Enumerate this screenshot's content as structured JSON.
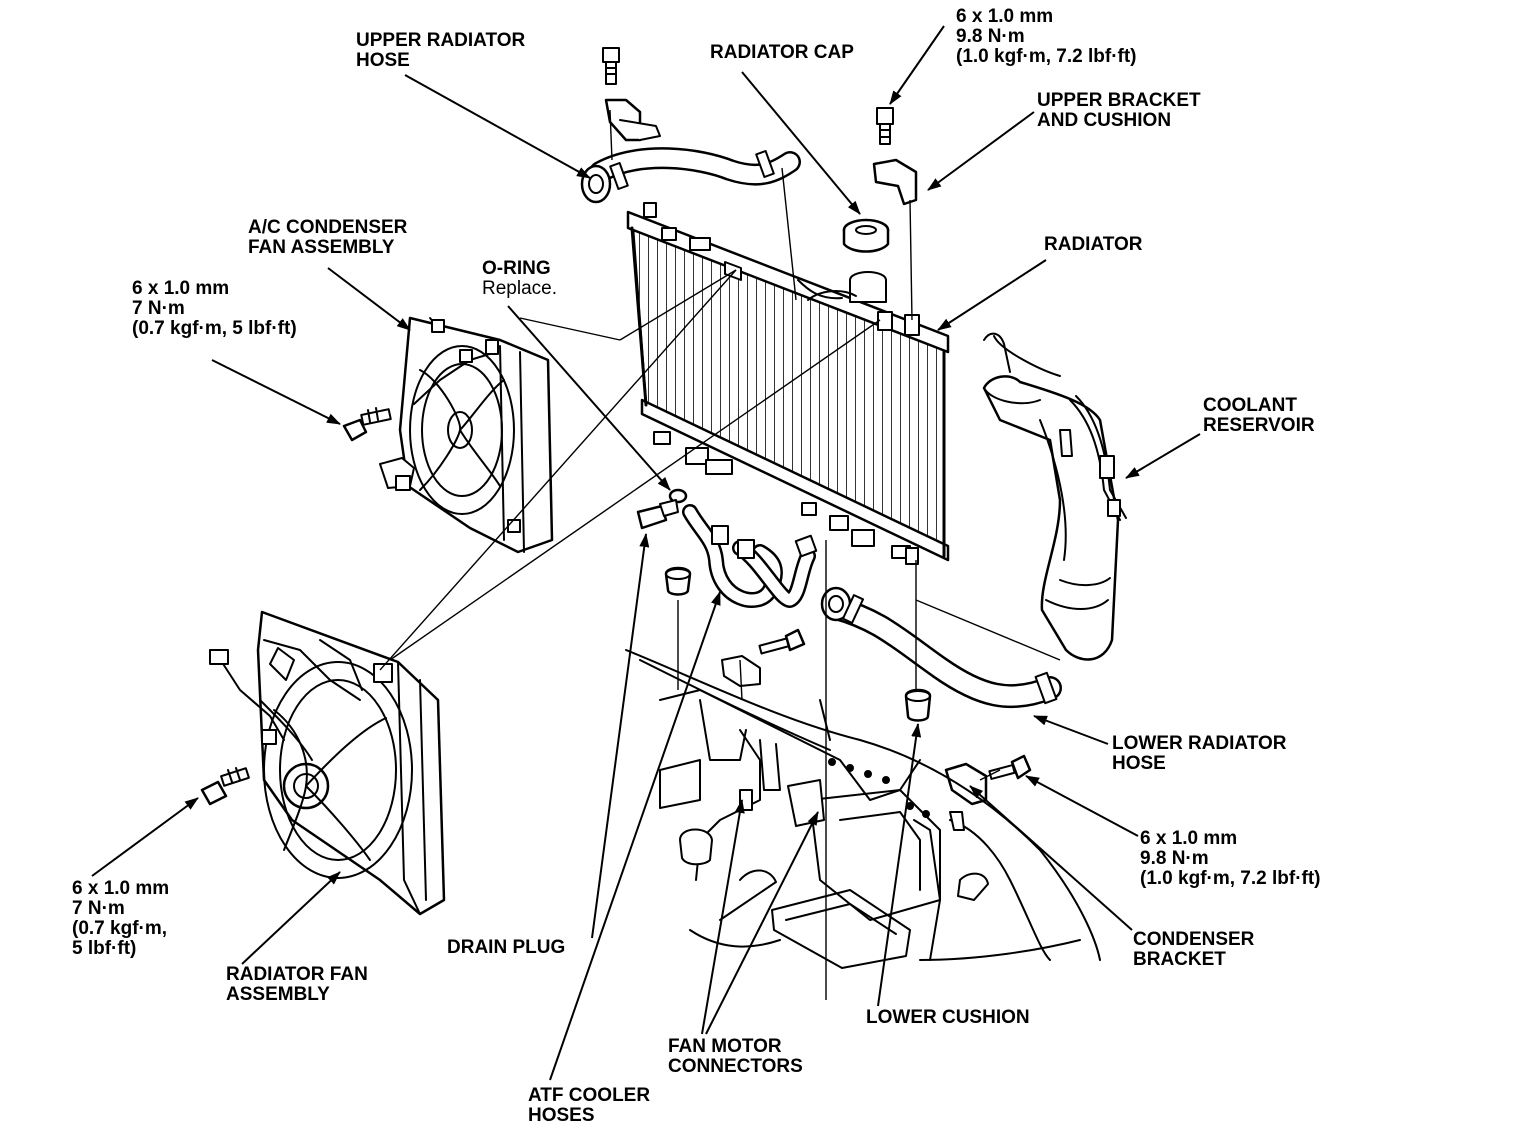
{
  "labels": {
    "upper_radiator_hose": [
      "UPPER RADIATOR",
      "HOSE"
    ],
    "radiator_cap": [
      "RADIATOR CAP"
    ],
    "upper_bolt_spec": [
      "6 x 1.0 mm",
      "9.8 N·m",
      "(1.0 kgf·m, 7.2 lbf·ft)"
    ],
    "upper_bracket_cushion": [
      "UPPER BRACKET",
      "AND CUSHION"
    ],
    "ac_condenser_fan": [
      "A/C CONDENSER",
      "FAN ASSEMBLY"
    ],
    "o_ring": [
      "O-RING",
      "Replace."
    ],
    "radiator": [
      "RADIATOR"
    ],
    "ac_fan_bolt_spec": [
      "6 x 1.0 mm",
      "7 N·m",
      "(0.7 kgf·m, 5 lbf·ft)"
    ],
    "coolant_reservoir": [
      "COOLANT",
      "RESERVOIR"
    ],
    "lower_radiator_hose": [
      "LOWER RADIATOR",
      "HOSE"
    ],
    "condenser_bracket_bolt_spec": [
      "6 x 1.0 mm",
      "9.8 N·m",
      "(1.0 kgf·m, 7.2 lbf·ft)"
    ],
    "radiator_fan_bolt_spec": [
      "6 x 1.0 mm",
      "7 N·m",
      "(0.7 kgf·m,",
      "5 lbf·ft)"
    ],
    "radiator_fan_assembly": [
      "RADIATOR FAN",
      "ASSEMBLY"
    ],
    "drain_plug": [
      "DRAIN PLUG"
    ],
    "condenser_bracket": [
      "CONDENSER",
      "BRACKET"
    ],
    "lower_cushion": [
      "LOWER CUSHION"
    ],
    "fan_motor_connectors": [
      "FAN MOTOR",
      "CONNECTORS"
    ],
    "atf_cooler_hoses": [
      "ATF COOLER",
      "HOSES"
    ]
  },
  "colors": {
    "ink": "#000000",
    "paper": "#ffffff"
  }
}
